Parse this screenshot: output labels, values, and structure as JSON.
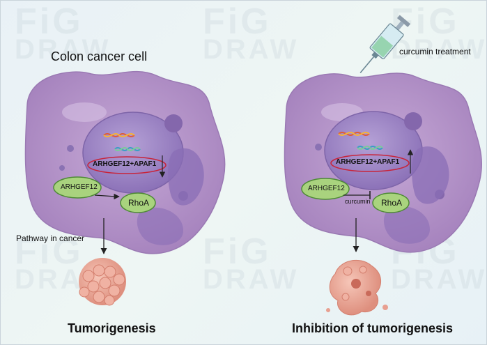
{
  "left_panel": {
    "title": "Colon cancer cell",
    "complex_label": "ARHGEF12+APAF1",
    "arhgef12_label": "ARHGEF12",
    "rhoa_label": "RhoA",
    "pathway_label": "Pathway in cancer",
    "outcome_label": "Tumorigenesis"
  },
  "right_panel": {
    "treatment_label": "curcumin treatment",
    "complex_label": "ARHGEF12+APAF1",
    "arhgef12_label": "ARHGEF12",
    "inhibitor_label": "curcumin",
    "rhoa_label": "RhoA",
    "outcome_label": "Inhibition of tumorigenesis"
  },
  "watermark": {
    "word1": "FiG",
    "word2": "DRAW"
  },
  "colors": {
    "cell_body": "#b898c9",
    "nucleus": "#9d84c4",
    "protein_fill": "#a9d37e",
    "protein_stroke": "#4e8a36",
    "oval_stroke": "#c8243a",
    "tumor": "#e8a091"
  }
}
